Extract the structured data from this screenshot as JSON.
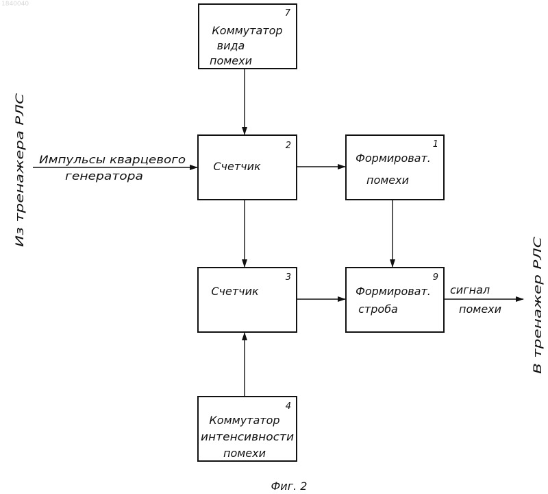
{
  "doc_number": "1840040",
  "blocks": {
    "b7": {
      "number": "7",
      "lines": [
        "Коммутатор",
        "вида",
        "помехи"
      ]
    },
    "b2": {
      "number": "2",
      "lines": [
        "Счетчик"
      ]
    },
    "b1": {
      "number": "1",
      "lines": [
        "Формироват.",
        "помехи"
      ]
    },
    "b3": {
      "number": "3",
      "lines": [
        "Счетчик"
      ]
    },
    "b9": {
      "number": "9",
      "lines": [
        "Формироват.",
        "строба"
      ]
    },
    "b4": {
      "number": "4",
      "lines": [
        "Коммутатор",
        "интенсивности",
        "помехи"
      ]
    }
  },
  "input_label": [
    "Импульсы кварцевого",
    "генератора"
  ],
  "output_label": [
    "сигнал",
    "помехи"
  ],
  "left_side_label": "Из тренажера РЛС",
  "right_side_label": "В тренажер РЛС",
  "caption": "Фиг. 2",
  "colors": {
    "ink": "#111111",
    "paper": "#ffffff"
  }
}
